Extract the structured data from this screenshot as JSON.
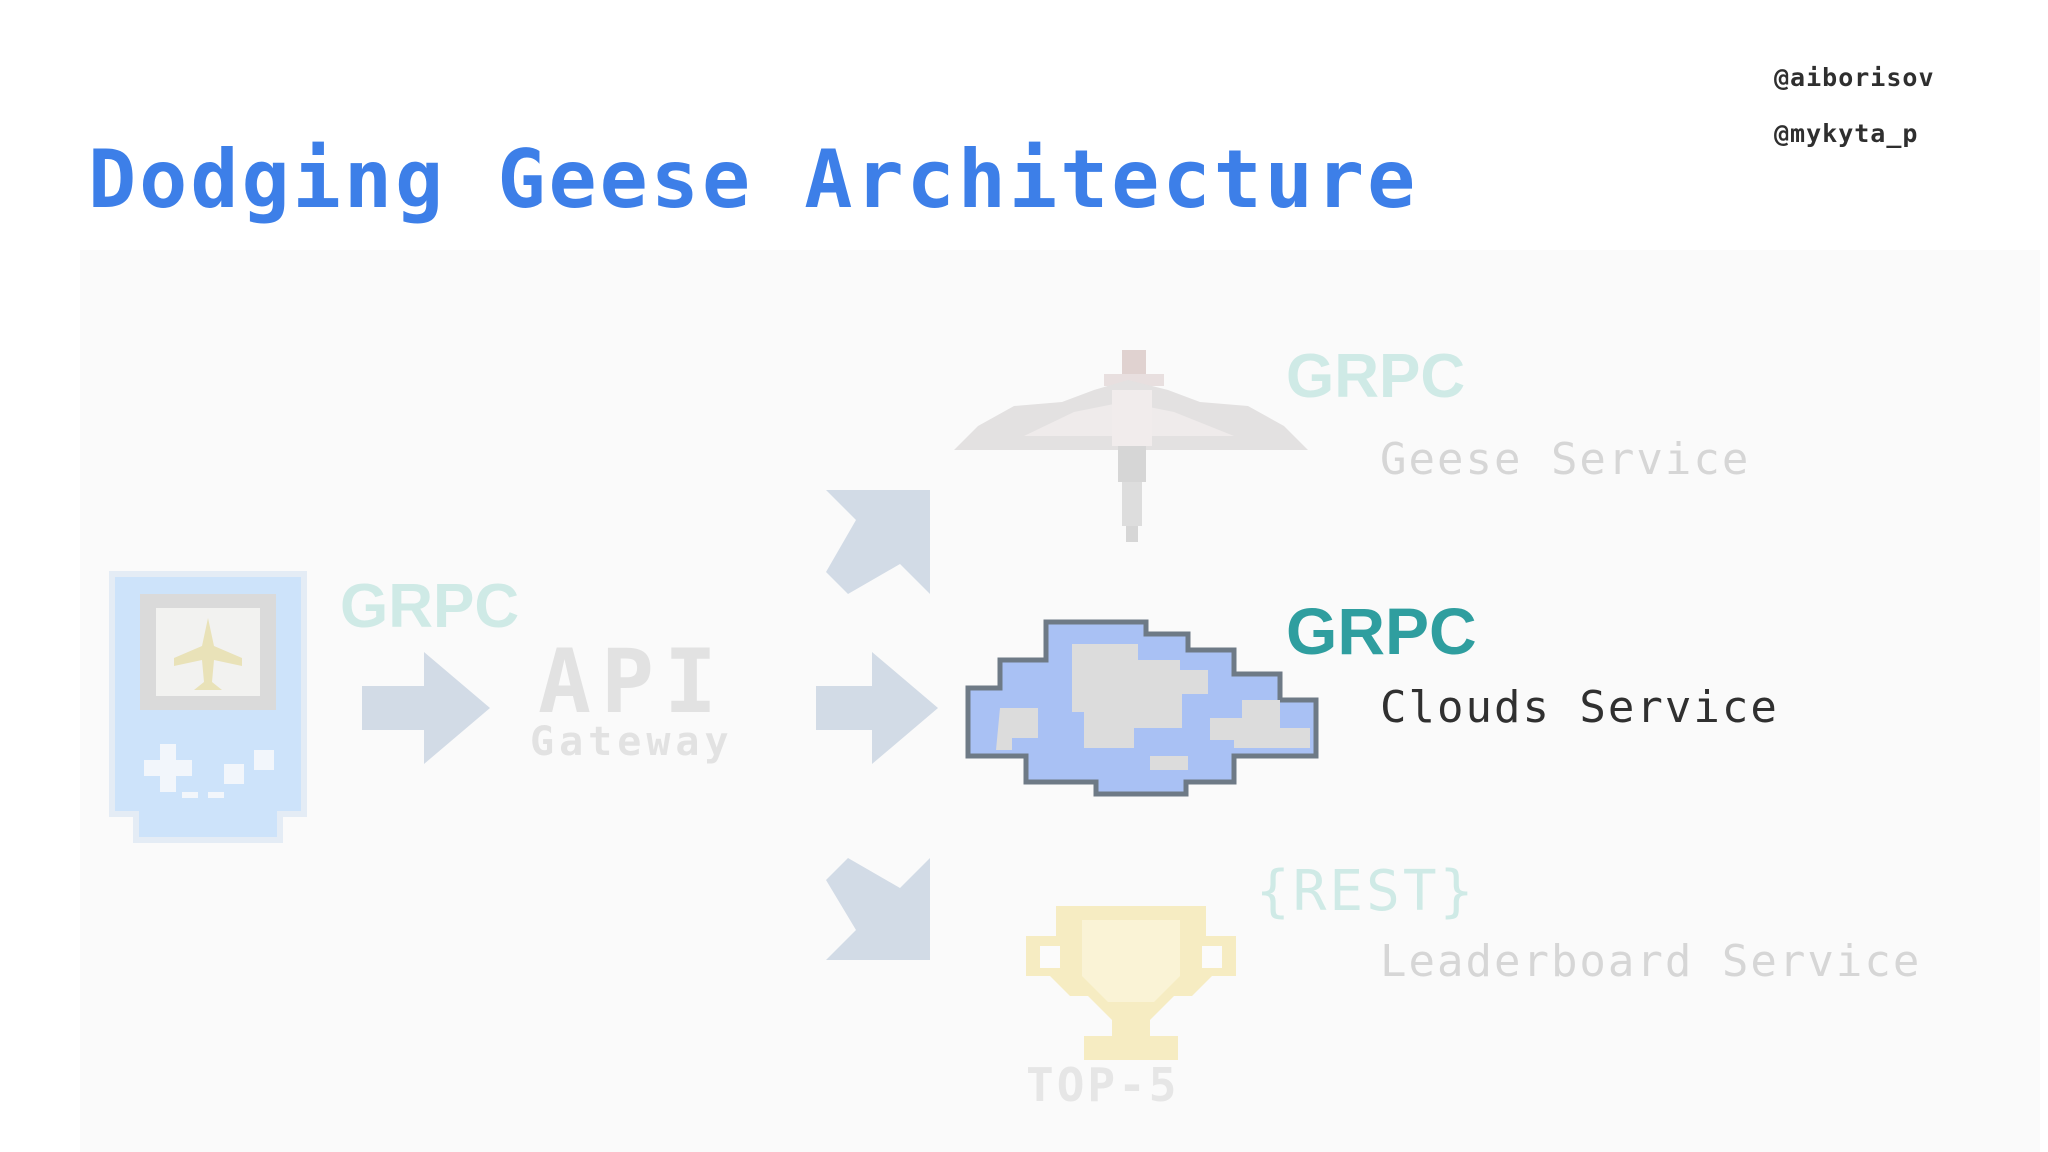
{
  "authors": [
    "@aiborisov",
    "@mykyta_p"
  ],
  "title": "Dodging Geese Architecture",
  "gateway": {
    "title": "API",
    "subtitle": "Gateway"
  },
  "client_protocol": "GRPC",
  "services": [
    {
      "protocol": "GRPC",
      "name": "Geese Service",
      "state": "faded",
      "icon": "goose-icon"
    },
    {
      "protocol": "GRPC",
      "name": "Clouds Service",
      "state": "active",
      "icon": "cloud-icon"
    },
    {
      "protocol": "{REST}",
      "name": "Leaderboard Service",
      "state": "faded",
      "icon": "trophy-icon",
      "icon_label": "TOP-5"
    }
  ],
  "colors": {
    "title": "#3d7fe8",
    "grpc_active": "#2f9e9f",
    "grpc_faded": "#cfeae6",
    "cloud_blue": "#a9c1f4",
    "arrow": "#d2dbe6"
  }
}
